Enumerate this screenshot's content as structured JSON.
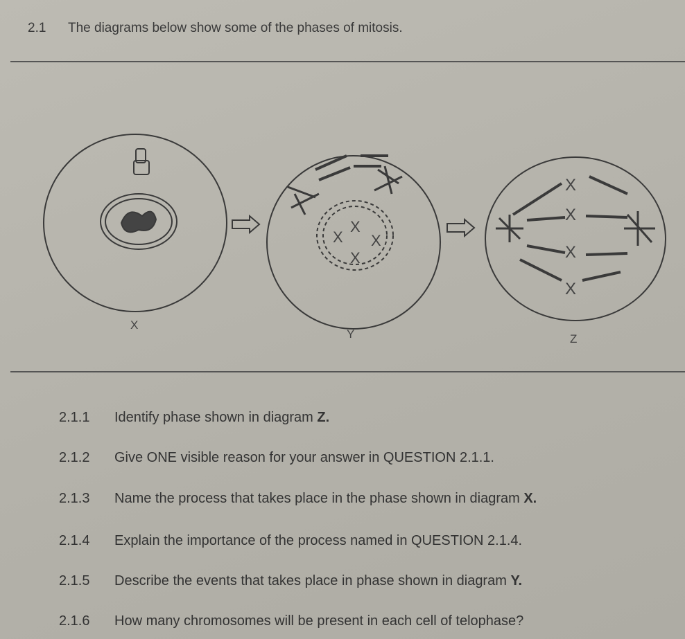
{
  "question": {
    "number": "2.1",
    "text": "The diagrams below show some of the phases of mitosis."
  },
  "diagram": {
    "labels": {
      "x": "X",
      "y": "Y",
      "z": "Z"
    }
  },
  "subquestions": [
    {
      "number": "2.1.1",
      "text": "Identify phase shown in diagram ",
      "emph": "Z."
    },
    {
      "number": "2.1.2",
      "text": "Give ONE visible reason for your answer in QUESTION 2.1.1.",
      "emph": ""
    },
    {
      "number": "2.1.3",
      "text": "Name the process that takes place in the phase shown in diagram ",
      "emph": "X."
    },
    {
      "number": "2.1.4",
      "text": "Explain the importance of the process named in QUESTION 2.1.4.",
      "emph": ""
    },
    {
      "number": "2.1.5",
      "text": "Describe the events that takes place in phase shown in diagram ",
      "emph": "Y."
    },
    {
      "number": "2.1.6",
      "text": "How many chromosomes will be present in each cell of telophase?",
      "emph": ""
    }
  ]
}
